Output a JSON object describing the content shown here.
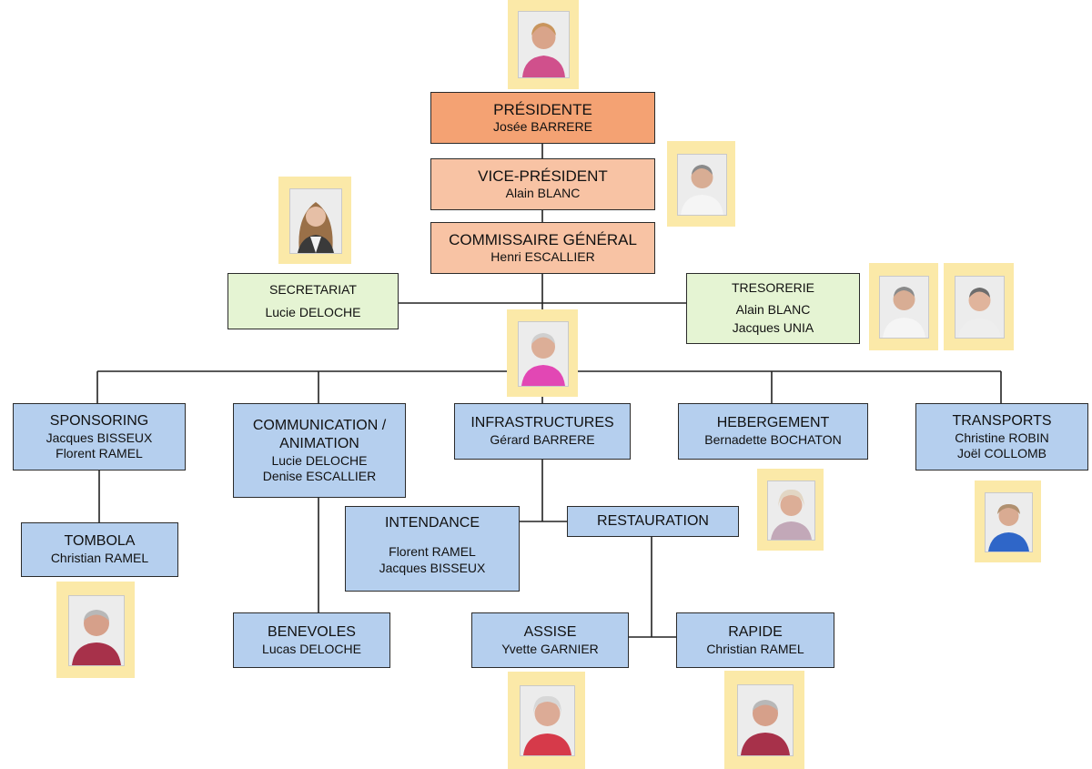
{
  "president": {
    "role": "PRÉSIDENTE",
    "name": "Josée BARRERE"
  },
  "vice_president": {
    "role": "VICE-PRÉSIDENT",
    "name": "Alain BLANC"
  },
  "commissaire": {
    "role": "COMMISSAIRE GÉNÉRAL",
    "name": "Henri ESCALLIER"
  },
  "secretariat": {
    "role": "SECRETARIAT",
    "name": "Lucie DELOCHE"
  },
  "tresorerie": {
    "role": "TRESORERIE",
    "names": [
      "Alain BLANC",
      "Jacques UNIA"
    ]
  },
  "sponsoring": {
    "role": "SPONSORING",
    "names": [
      "Jacques BISSEUX",
      "Florent RAMEL"
    ]
  },
  "communication": {
    "role_lines": [
      "COMMUNICATION /",
      "ANIMATION"
    ],
    "names": [
      "Lucie DELOCHE",
      "Denise ESCALLIER"
    ]
  },
  "infrastructures": {
    "role": "INFRASTRUCTURES",
    "name": "Gérard BARRERE"
  },
  "hebergement": {
    "role": "HEBERGEMENT",
    "name": "Bernadette BOCHATON"
  },
  "transports": {
    "role": "TRANSPORTS",
    "names": [
      "Christine ROBIN",
      "Joël COLLOMB"
    ]
  },
  "tombola": {
    "role": "TOMBOLA",
    "name": "Christian RAMEL"
  },
  "intendance": {
    "role": "INTENDANCE",
    "names": [
      "Florent RAMEL",
      "Jacques BISSEUX"
    ]
  },
  "restauration": {
    "role": "RESTAURATION"
  },
  "benevoles": {
    "role": "BENEVOLES",
    "name": "Lucas DELOCHE"
  },
  "assise": {
    "role": "ASSISE",
    "name": "Yvette GARNIER"
  },
  "rapide": {
    "role": "RAPIDE",
    "name": "Christian RAMEL"
  },
  "colors": {
    "president": "#f4a273",
    "executive": "#f8c3a4",
    "admin": "#e5f4d3",
    "committee": "#b5cfee",
    "photo_frame": "#fbe9a8"
  }
}
